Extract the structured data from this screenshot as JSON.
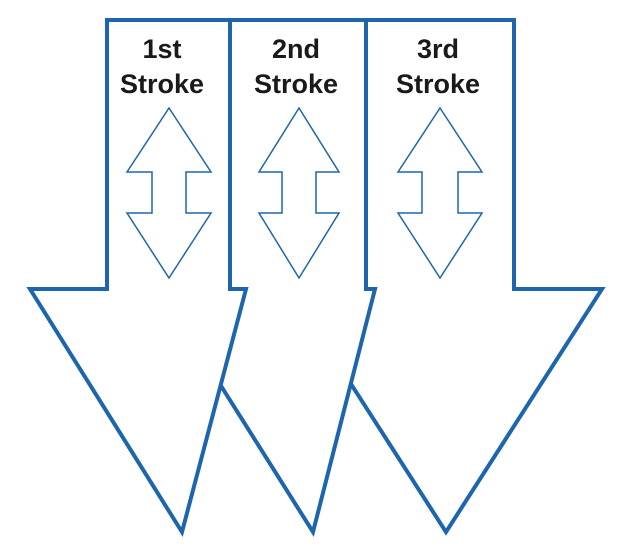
{
  "diagram": {
    "outline_color": "#1d66ad",
    "arrow_fill": "#ffffff",
    "label_color": "#1a1a1a",
    "strokes": [
      {
        "line1": "1st",
        "line2": "Stroke",
        "symbol": "double-headed-vertical-arrow"
      },
      {
        "line1": "2nd",
        "line2": "Stroke",
        "symbol": "double-headed-vertical-arrow"
      },
      {
        "line1": "3rd",
        "line2": "Stroke",
        "symbol": "double-headed-vertical-arrow"
      }
    ]
  }
}
